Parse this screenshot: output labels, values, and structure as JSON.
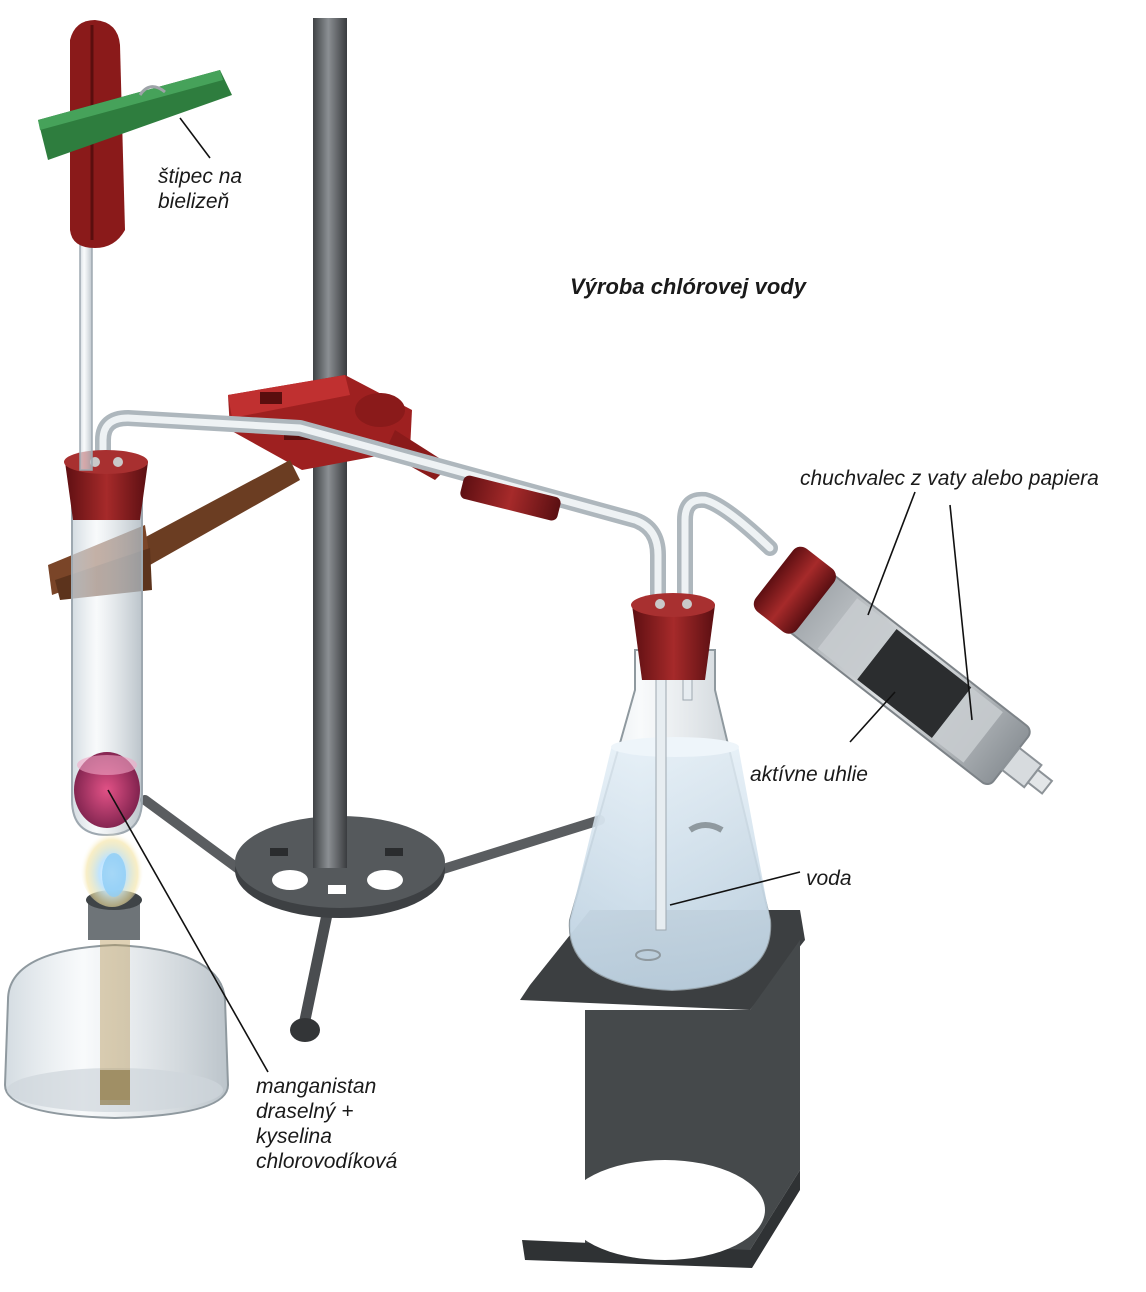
{
  "title": "Výroba chlórovej vody",
  "labels": {
    "clothespin": "štipec na\nbielizeň",
    "cotton": "chuchvalec z vaty alebo papiera",
    "carbon": "aktívne uhlie",
    "water": "voda",
    "reagents": "manganistan\ndraselný +\nkyselina\nchlorovodíková"
  },
  "colors": {
    "rubber": "#8e1c1c",
    "clamp_green": "#2e7d3e",
    "clamp_brown": "#6b3d22",
    "stand": "#4a4d50",
    "water": "#cfe3f0",
    "reaction": "#b3205a"
  }
}
